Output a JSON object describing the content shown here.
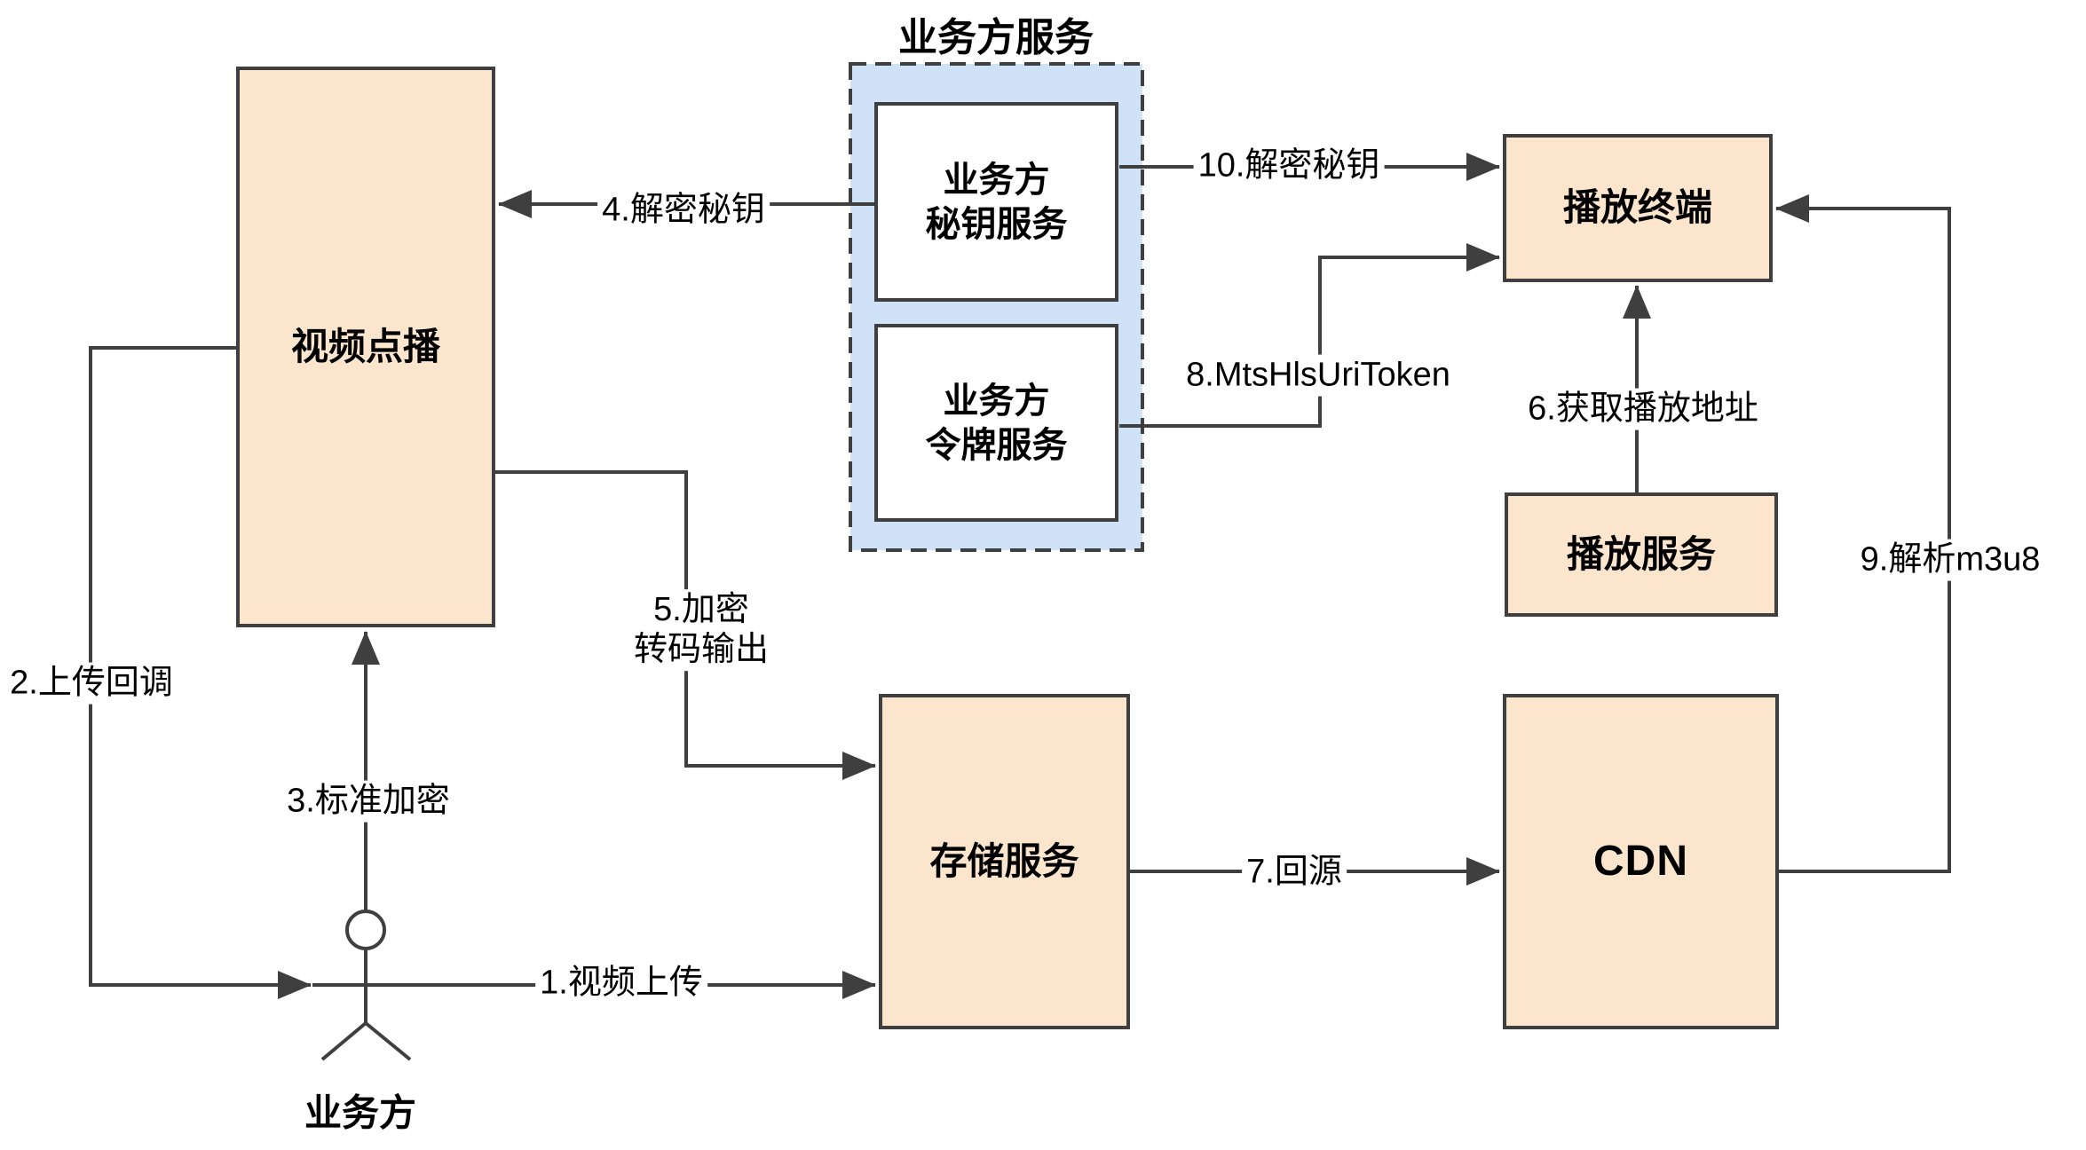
{
  "diagram": {
    "group_title": "业务方服务",
    "nodes": {
      "vod": "视频点播",
      "key_service_line1": "业务方",
      "key_service_line2": "秘钥服务",
      "token_service_line1": "业务方",
      "token_service_line2": "令牌服务",
      "player_terminal": "播放终端",
      "play_service": "播放服务",
      "storage_service": "存储服务",
      "cdn": "CDN",
      "actor": "业务方"
    },
    "flows": {
      "f1": "1.视频上传",
      "f2": "2.上传回调",
      "f3": "3.标准加密",
      "f4": "4.解密秘钥",
      "f5_line1": "5.加密",
      "f5_line2": "转码输出",
      "f6": "6.获取播放地址",
      "f7": "7.回源",
      "f8": "8.MtsHlsUriToken",
      "f9": "9.解析m3u8",
      "f10": "10.解密秘钥"
    },
    "colors": {
      "node_fill": "#fce5cd",
      "group_fill": "#cfe2f7",
      "line": "#3f3f3f"
    }
  }
}
